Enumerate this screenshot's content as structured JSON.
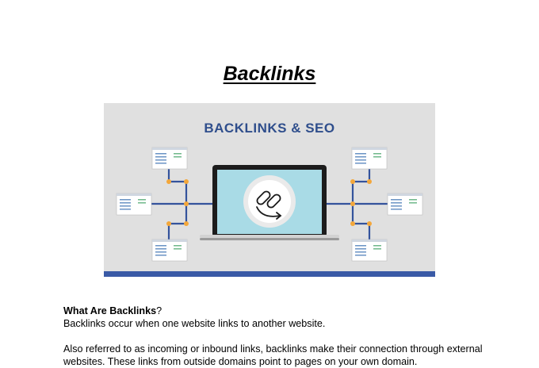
{
  "page": {
    "title": "Backlinks"
  },
  "figure": {
    "heading": "BACKLINKS & SEO",
    "icon": "chain-link-icon",
    "colors": {
      "background": "#e0e0e0",
      "heading": "#2f4e8c",
      "line": "#34539c",
      "node": "#f3a73b",
      "screen": "#a9dbe6",
      "bottom_bar": "#3a5aa6"
    }
  },
  "section": {
    "heading_bold": "What Are Backlinks",
    "heading_suffix": "?",
    "line1": "Backlinks occur when one website links to another website.",
    "para2_line1": "Also referred to as incoming or inbound links, backlinks make their connection through external",
    "para2_line2": "websites. These links from outside domains point to pages on your own domain."
  }
}
